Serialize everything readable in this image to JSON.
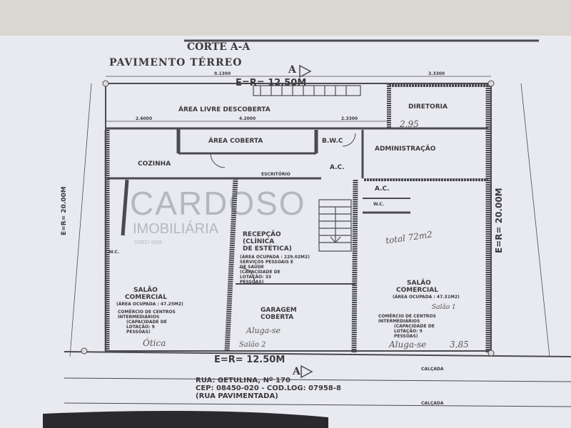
{
  "titles": {
    "section": "CORTE A-A",
    "floor": "PAVIMENTO TÉRREO",
    "section_mark": "A"
  },
  "dimensions": {
    "frontage_top": "E=R= 12.50M",
    "frontage_bottom": "E=R= 12.50M",
    "depth_left": "E=R= 20.00M",
    "depth_right": "E=R= 20.00M",
    "top_left": "9.1300",
    "top_right": "3.3300",
    "mid1": "2.6000",
    "mid2": "4.2000",
    "mid3": "2.3300"
  },
  "rooms": {
    "area_livre": "ÁREA LIVRE DESCOBERTA",
    "diretoria": "DIRETORIA",
    "area_coberta": "ÁREA COBERTA",
    "bwc": "B.W.C",
    "administracao": "ADMINISTRAÇÃO",
    "cozinha": "COZINHA",
    "escritorio": "ESCRITÓRIO",
    "ac1": "A.C.",
    "ac2": "A.C.",
    "wc1": "W.C.",
    "wc2": "W.C.",
    "recepcao": [
      "RECEPÇÃO",
      "(CLÍNICA",
      "DE ESTÉTICA)"
    ],
    "recepcao_info": [
      "(ÁREA OCUPADA : 229.02M2)",
      "SERVIÇOS PESSOAIS E",
      "DE SAÚDE",
      "(CAPACIDADE DE",
      "LOTAÇÃO: 33",
      "PESSOAS)"
    ],
    "salao_left": [
      "SALÃO",
      "COMERCIAL",
      "(ÁREA OCUPADA : 47.25M2)"
    ],
    "salao_left_info": [
      "COMÉRCIO DE CENTROS",
      "INTERMEDIÁRIOS",
      "(CAPACIDADE DE",
      "LOTAÇÃO: 9",
      "PESSOAS)"
    ],
    "salao_right": [
      "SALÃO",
      "COMERCIAL",
      "(ÁREA OCUPADA : 47.31M2)"
    ],
    "salao_right_info": [
      "COMÉRCIO DE CENTROS",
      "INTERMEDIÁRIOS",
      "(CAPACIDADE DE",
      "LOTAÇÃO: 9",
      "PESSOAS)"
    ],
    "garagem": [
      "GARAGEM",
      "COBERTA"
    ],
    "calcada_top": "CALÇADA",
    "calcada_bottom": "CALÇADA"
  },
  "address": [
    "RUA: GETULINA, Nº 170",
    "CEP: 08450-020 - COD.LOG: 07958-8",
    "(RUA PAVIMENTADA)"
  ],
  "handwritten": {
    "diretoria_w": "2,95",
    "total": "total 72m2",
    "otica": "Ótica",
    "aluga1": "Aluga-se",
    "aluga2": "Aluga-se",
    "salao1": "Salão 1",
    "salao2": "Salão 2",
    "w385": "3,85"
  },
  "watermark": {
    "brand": "CARDOSO",
    "sub": "IMOBILIÁRIA",
    "creci": "CRECI 6556"
  }
}
